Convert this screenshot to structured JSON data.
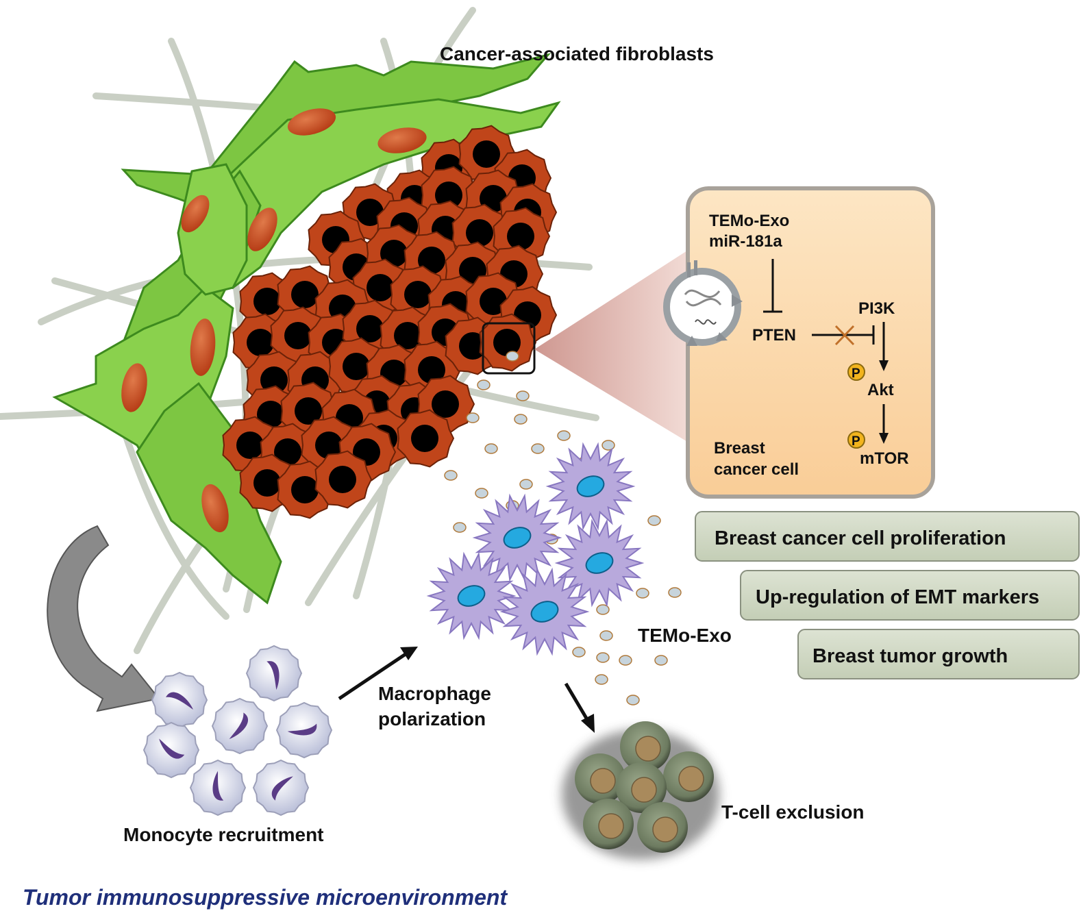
{
  "labels": {
    "caf": "Cancer-associated fibroblasts",
    "monocyte": "Monocyte recruitment",
    "macrophage_line1": "Macrophage",
    "macrophage_line2": "polarization",
    "temo_exo": "TEMo-Exo",
    "tcell": "T-cell exclusion"
  },
  "inset": {
    "exo_line1": "TEMo-Exo",
    "exo_line2": "miR-181a",
    "pten": "PTEN",
    "pi3k": "PI3K",
    "akt": "Akt",
    "mtor": "mTOR",
    "phospho": "P",
    "cell_line1": "Breast",
    "cell_line2": "cancer  cell"
  },
  "outcomes": [
    "Breast cancer cell proliferation",
    "Up-regulation of EMT markers",
    "Breast tumor growth"
  ],
  "footer": "Tumor immunosuppressive microenvironment",
  "colors": {
    "fibroblast": "#7dc642",
    "fibroblast_nucleus": "#c8491e",
    "tumor_cell": "#c0451a",
    "tumor_nucleus": "#000000",
    "macrophage": "#b8a9dc",
    "macrophage_nucleus": "#25a9e0",
    "exosome": "#c7d4dc",
    "tcell": "#7f8f72",
    "inset_bg": "#fcdcae",
    "outcome_bg": "#cfd7c3",
    "footer_text": "#1f2f7a"
  }
}
